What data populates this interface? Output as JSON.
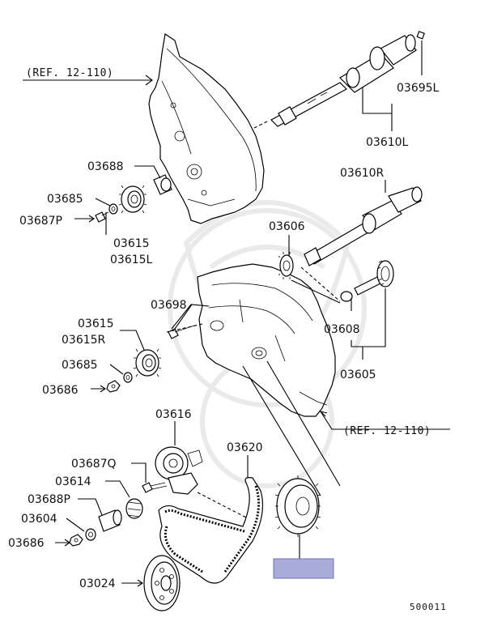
{
  "labels": {
    "ref_top": "(REF. 12-110)",
    "ref_bottom": "(REF. 12-110)",
    "p03695L": "03695L",
    "p03610L": "03610L",
    "p03688": "03688",
    "p03685a": "03685",
    "p03687P": "03687P",
    "p03615": "03615",
    "p03615L": "03615L",
    "p03610R": "03610R",
    "p03606": "03606",
    "p03698": "03698",
    "p03608": "03608",
    "p03605": "03605",
    "p03615b": "03615",
    "p03615R": "03615R",
    "p03685b": "03685",
    "p03686a": "03686",
    "p03616": "03616",
    "p03620": "03620",
    "p03687Q": "03687Q",
    "p03614": "03614",
    "p03688P": "03688P",
    "p03604": "03604",
    "p03686b": "03686",
    "p03024": "03024"
  },
  "diagram_code": "500011",
  "highlight": {
    "color": "#a9acd8"
  }
}
